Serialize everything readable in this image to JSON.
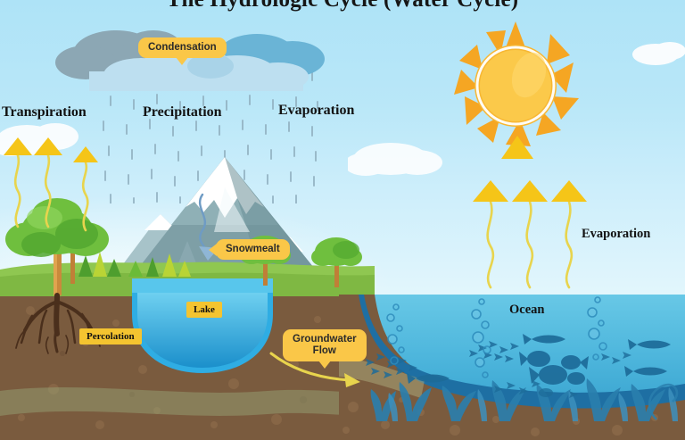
{
  "title": "The Hydrologic Cycle (Water Cycle)",
  "labels": {
    "transpiration": "Transpiration",
    "precipitation": "Precipitation",
    "evaporation_left": "Evaporation",
    "evaporation_right": "Evaporation",
    "ocean": "Ocean"
  },
  "badges": {
    "condensation": "Condensation",
    "snowmelt": "Snowmealt",
    "lake": "Lake",
    "percolation": "Percolation",
    "groundwater_line1": "Groundwater",
    "groundwater_line2": "Flow"
  },
  "colors": {
    "sky_top": "#aee3f7",
    "sky_bottom": "#e2f6fc",
    "badge_orange": "#FAC748",
    "badge_yellow": "#F4C430",
    "sun": "#F7B731",
    "sun_core": "#FBC94A",
    "grass": "#8DC63F",
    "soil": "#7A5B3E",
    "ocean_top": "#5FC3E4",
    "ocean_deep": "#1A6FA8",
    "lake": "#29ABE2",
    "arrow_yellow": "#E8D44D",
    "mountain": "#6E8F96",
    "snow": "#FFFFFF",
    "cloud_dark": "#8FA8B5",
    "cloud_mid": "#6FB5D4",
    "cloud_light": "#C5E3F2",
    "rain": "#90AEBE",
    "tree_green": "#5FA83C",
    "root_brown": "#4A2F1C"
  },
  "icons": {
    "sun": "sun-icon",
    "cloud": "cloud-icon",
    "rain": "rain-icon",
    "mountain": "mountain-icon",
    "tree": "tree-icon",
    "fish": "fish-icon",
    "bubble": "bubble-icon",
    "coral": "coral-icon",
    "arrow_up": "arrow-up-icon",
    "arrow_curve": "curved-arrow-icon"
  },
  "diagram": {
    "type": "water-cycle-diagram",
    "processes": [
      "Condensation",
      "Precipitation",
      "Evaporation",
      "Transpiration",
      "Snowmealt",
      "Percolation",
      "Groundwater Flow"
    ],
    "water_bodies": [
      "Lake",
      "Ocean"
    ],
    "transpiration_arrow_count": 3,
    "evaporation_arrow_count": 3
  }
}
